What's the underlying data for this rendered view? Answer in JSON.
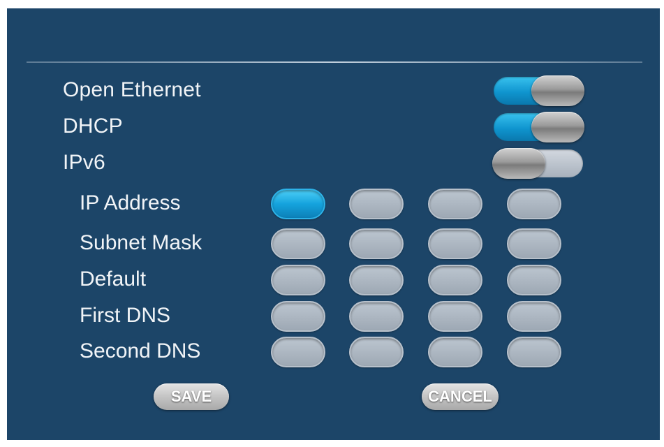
{
  "toggles": [
    {
      "label": "Open Ethernet",
      "on": true
    },
    {
      "label": "DHCP",
      "on": true
    },
    {
      "label": "IPv6",
      "on": false
    }
  ],
  "fields": [
    {
      "label": "IP Address",
      "octets": [
        "",
        "",
        "",
        ""
      ],
      "active_index": 0
    },
    {
      "label": "Subnet Mask",
      "octets": [
        "",
        "",
        "",
        ""
      ]
    },
    {
      "label": "Default",
      "octets": [
        "",
        "",
        "",
        ""
      ]
    },
    {
      "label": "First DNS",
      "octets": [
        "",
        "",
        "",
        ""
      ]
    },
    {
      "label": "Second DNS",
      "octets": [
        "",
        "",
        "",
        ""
      ]
    }
  ],
  "buttons": {
    "save": "SAVE",
    "cancel": "CANCEL"
  },
  "colors": {
    "panel": "#1c4568",
    "toggle_on": "#0f95cf",
    "field_active": "#15a3dd",
    "field_idle": "#aab4bf"
  }
}
